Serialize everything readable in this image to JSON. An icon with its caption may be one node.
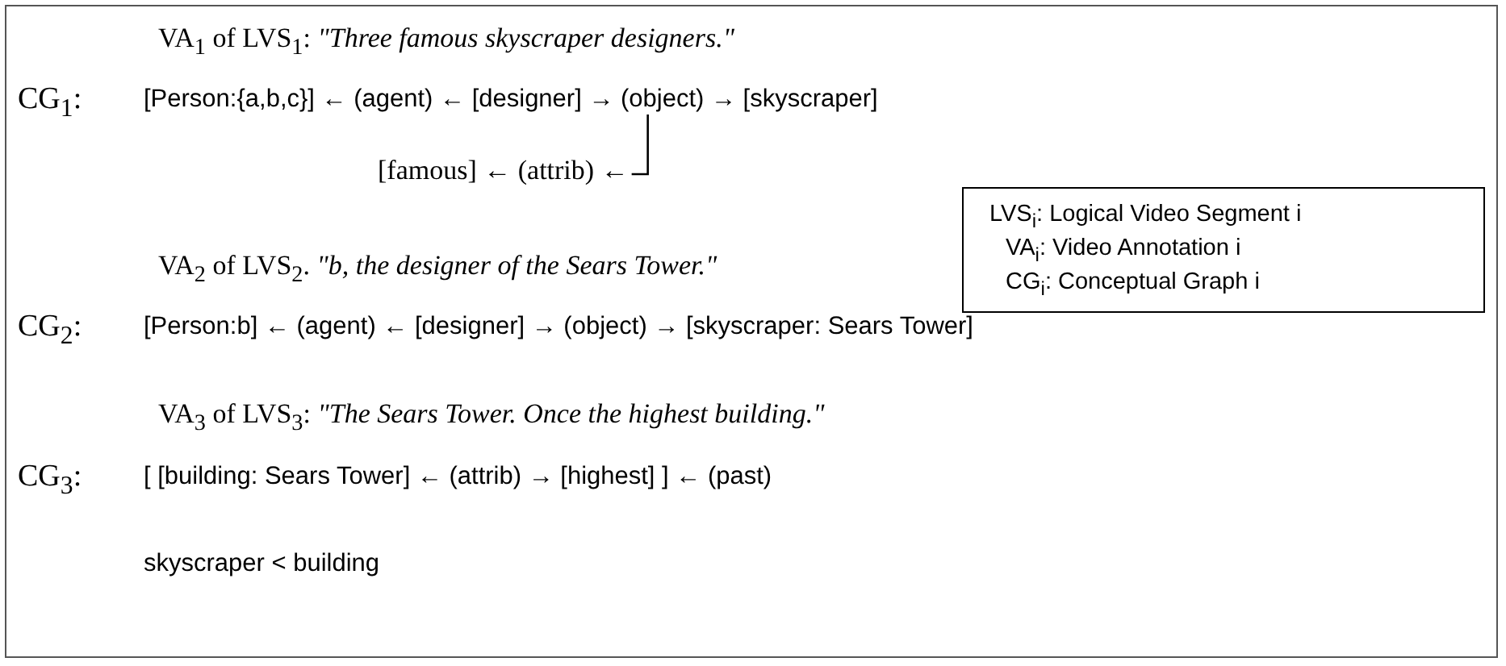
{
  "diagram": {
    "nodes": [
      {
        "text": [
          "LVS$_{i}$: Logical Video Segment i",
          "VA$_{i}$: Video Annotation i",
          "CG$_{i}$: Conceptual Graph i"
        ]
      }
    ],
    "labels": [
      "VA$_{1}$ of LVS$_{1}$: *\"Three famous skyscraper designers.\"*",
      "CG$_{1}$:",
      "[Person:{a,b,c}] ← (agent) ← [designer] → (object) → [skyscraper]",
      "[famous] ← (attrib) ←",
      "VA$_{2}$ of LVS$_{2}$. *\"b, the designer of the Sears Tower.\"*",
      "CG$_{2}$:",
      "[Person:b] ← (agent) ← [designer] → (object) → [skyscraper: Sears Tower]",
      "VA$_{3}$ of LVS$_{3}$: *\"The Sears Tower. Once the highest building.\"*",
      "CG$_{3}$:",
      "[ [building: Sears Tower] ← (attrib) → [highest] ] ← (past)",
      "skyscraper < building"
    ]
  }
}
